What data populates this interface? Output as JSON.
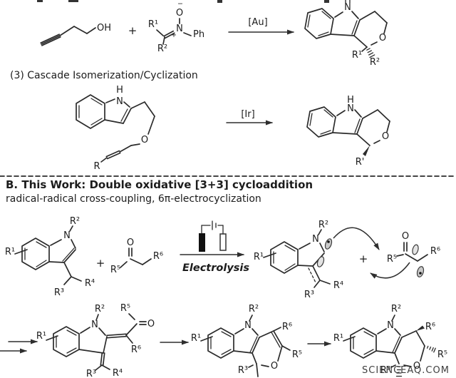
{
  "colors": {
    "ink": "#2b2b2b",
    "text": "#1c1c1c",
    "watermark_pink": "#e9b0b0",
    "electrode_black": "#111111"
  },
  "labels": {
    "oh": "OH",
    "plus": "+",
    "minus": "−",
    "o": "O",
    "n": "N",
    "h": "H",
    "ph": "Ph",
    "r": "R",
    "r_prime": "R'",
    "r1": "R¹",
    "r2": "R²",
    "r3": "R³",
    "r4": "R⁴",
    "r5": "R⁵",
    "r6": "R⁶",
    "au_catalyst": "[Au]",
    "ir_catalyst": "[Ir]"
  },
  "texts": {
    "rxn3_heading": "(3) Cascade Isomerization/Cyclization",
    "section_b_title": "B. This Work: Double oxidative [3+3] cycloaddition",
    "section_b_subtitle": "radical-radical cross-coupling, 6π-electrocyclization",
    "electrolysis_label": "Electrolysis",
    "watermark": "SCIENCEAQ.COM"
  }
}
